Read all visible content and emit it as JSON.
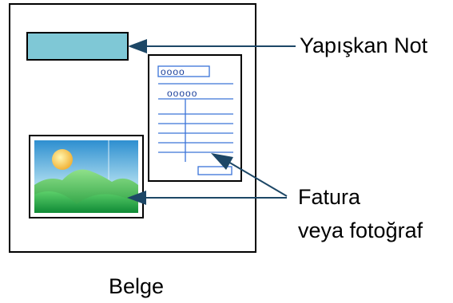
{
  "labels": {
    "sticky_note": "Yapışkan Not",
    "invoice_line1": "Fatura",
    "invoice_line2": "veya fotoğraf",
    "document": "Belge"
  },
  "invoice_fields": {
    "top_field": "oooo",
    "second_field": "ooooo"
  },
  "colors": {
    "arrow": "#1d4766",
    "sticky_note_fill": "#7fc8d6",
    "invoice_lines": "#3a73d8",
    "frame": "#000000"
  },
  "icons": {
    "sun": "sun-icon",
    "mountains": "mountain-icon"
  }
}
